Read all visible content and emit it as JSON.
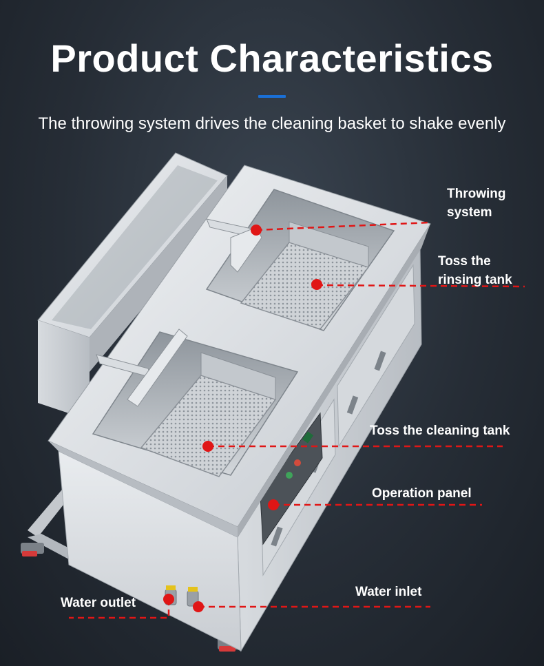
{
  "header": {
    "title": "Product Characteristics",
    "subtitle": "The throwing system drives the cleaning basket to shake evenly"
  },
  "colors": {
    "accent": "#1a6fd6",
    "callout": "#e01616"
  },
  "callouts": {
    "throwing_system_line1": "Throwing",
    "throwing_system_line2": "system",
    "rinsing_tank_line1": "Toss the",
    "rinsing_tank_line2": "rinsing tank",
    "cleaning_tank": "Toss the cleaning tank",
    "operation_panel": "Operation panel",
    "water_inlet": "Water inlet",
    "water_outlet": "Water outlet"
  }
}
